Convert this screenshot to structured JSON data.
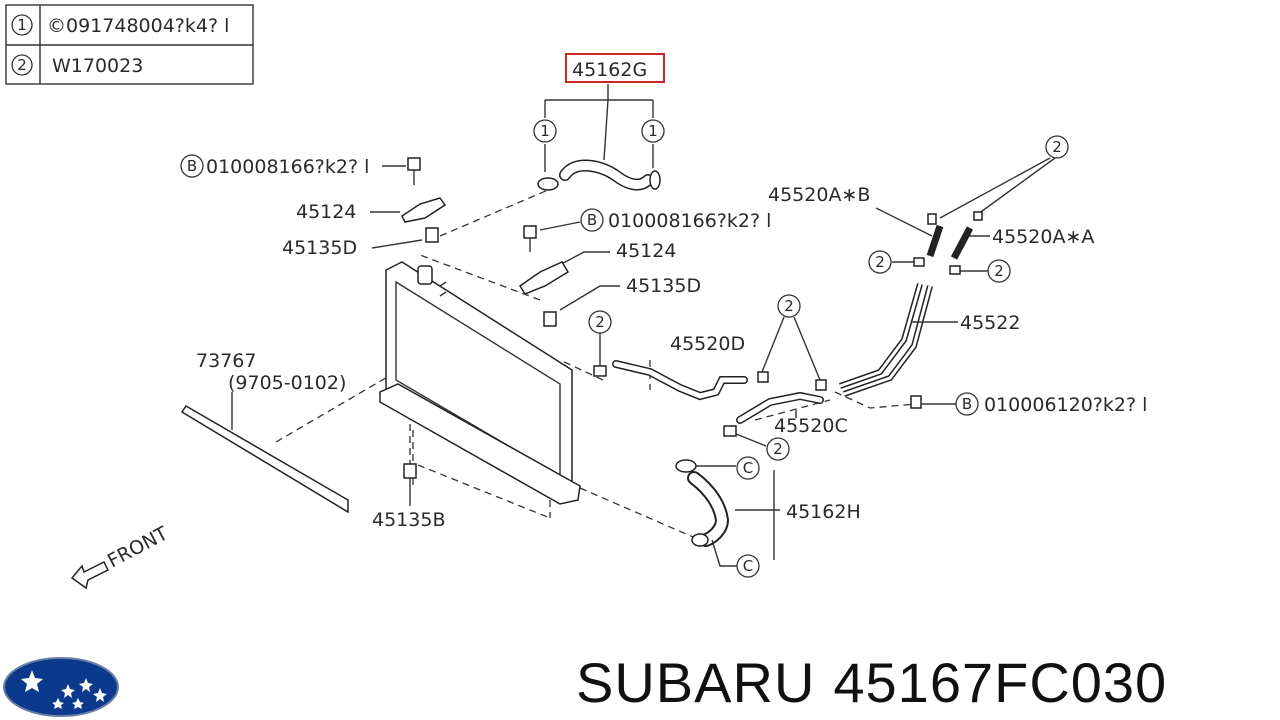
{
  "legend": {
    "rows": [
      {
        "num": "1",
        "code": "©091748004?k4? l"
      },
      {
        "num": "2",
        "code": "W170023"
      }
    ]
  },
  "labels": {
    "hose_top": "45162G",
    "bolt_b_left": "010008166?k2? l",
    "bracket_left": "45124",
    "cushion_left": "45135D",
    "bolt_b_mid": "010008166?k2? l",
    "bracket_mid": "45124",
    "cushion_mid": "45135D",
    "seal": "73767",
    "seal_range": "(9705-0102)",
    "cushion_bottom": "45135B",
    "hose_45520ab": "45520A∗B",
    "hose_45520aa": "45520A∗A",
    "pipe_45522": "45522",
    "hose_45520d": "45520D",
    "hose_45520c": "45520C",
    "hose_bottom": "45162H",
    "bolt_b_right": "010006120?k2? l",
    "front": "FRONT"
  },
  "callouts": {
    "one": "1",
    "two": "2",
    "b": "B",
    "c": "C"
  },
  "footer": {
    "brand": "SUBARU",
    "part_number": "45167FC030"
  },
  "colors": {
    "highlight": "#c62828",
    "logo_blue": "#0b3a8c",
    "line": "#333333"
  }
}
